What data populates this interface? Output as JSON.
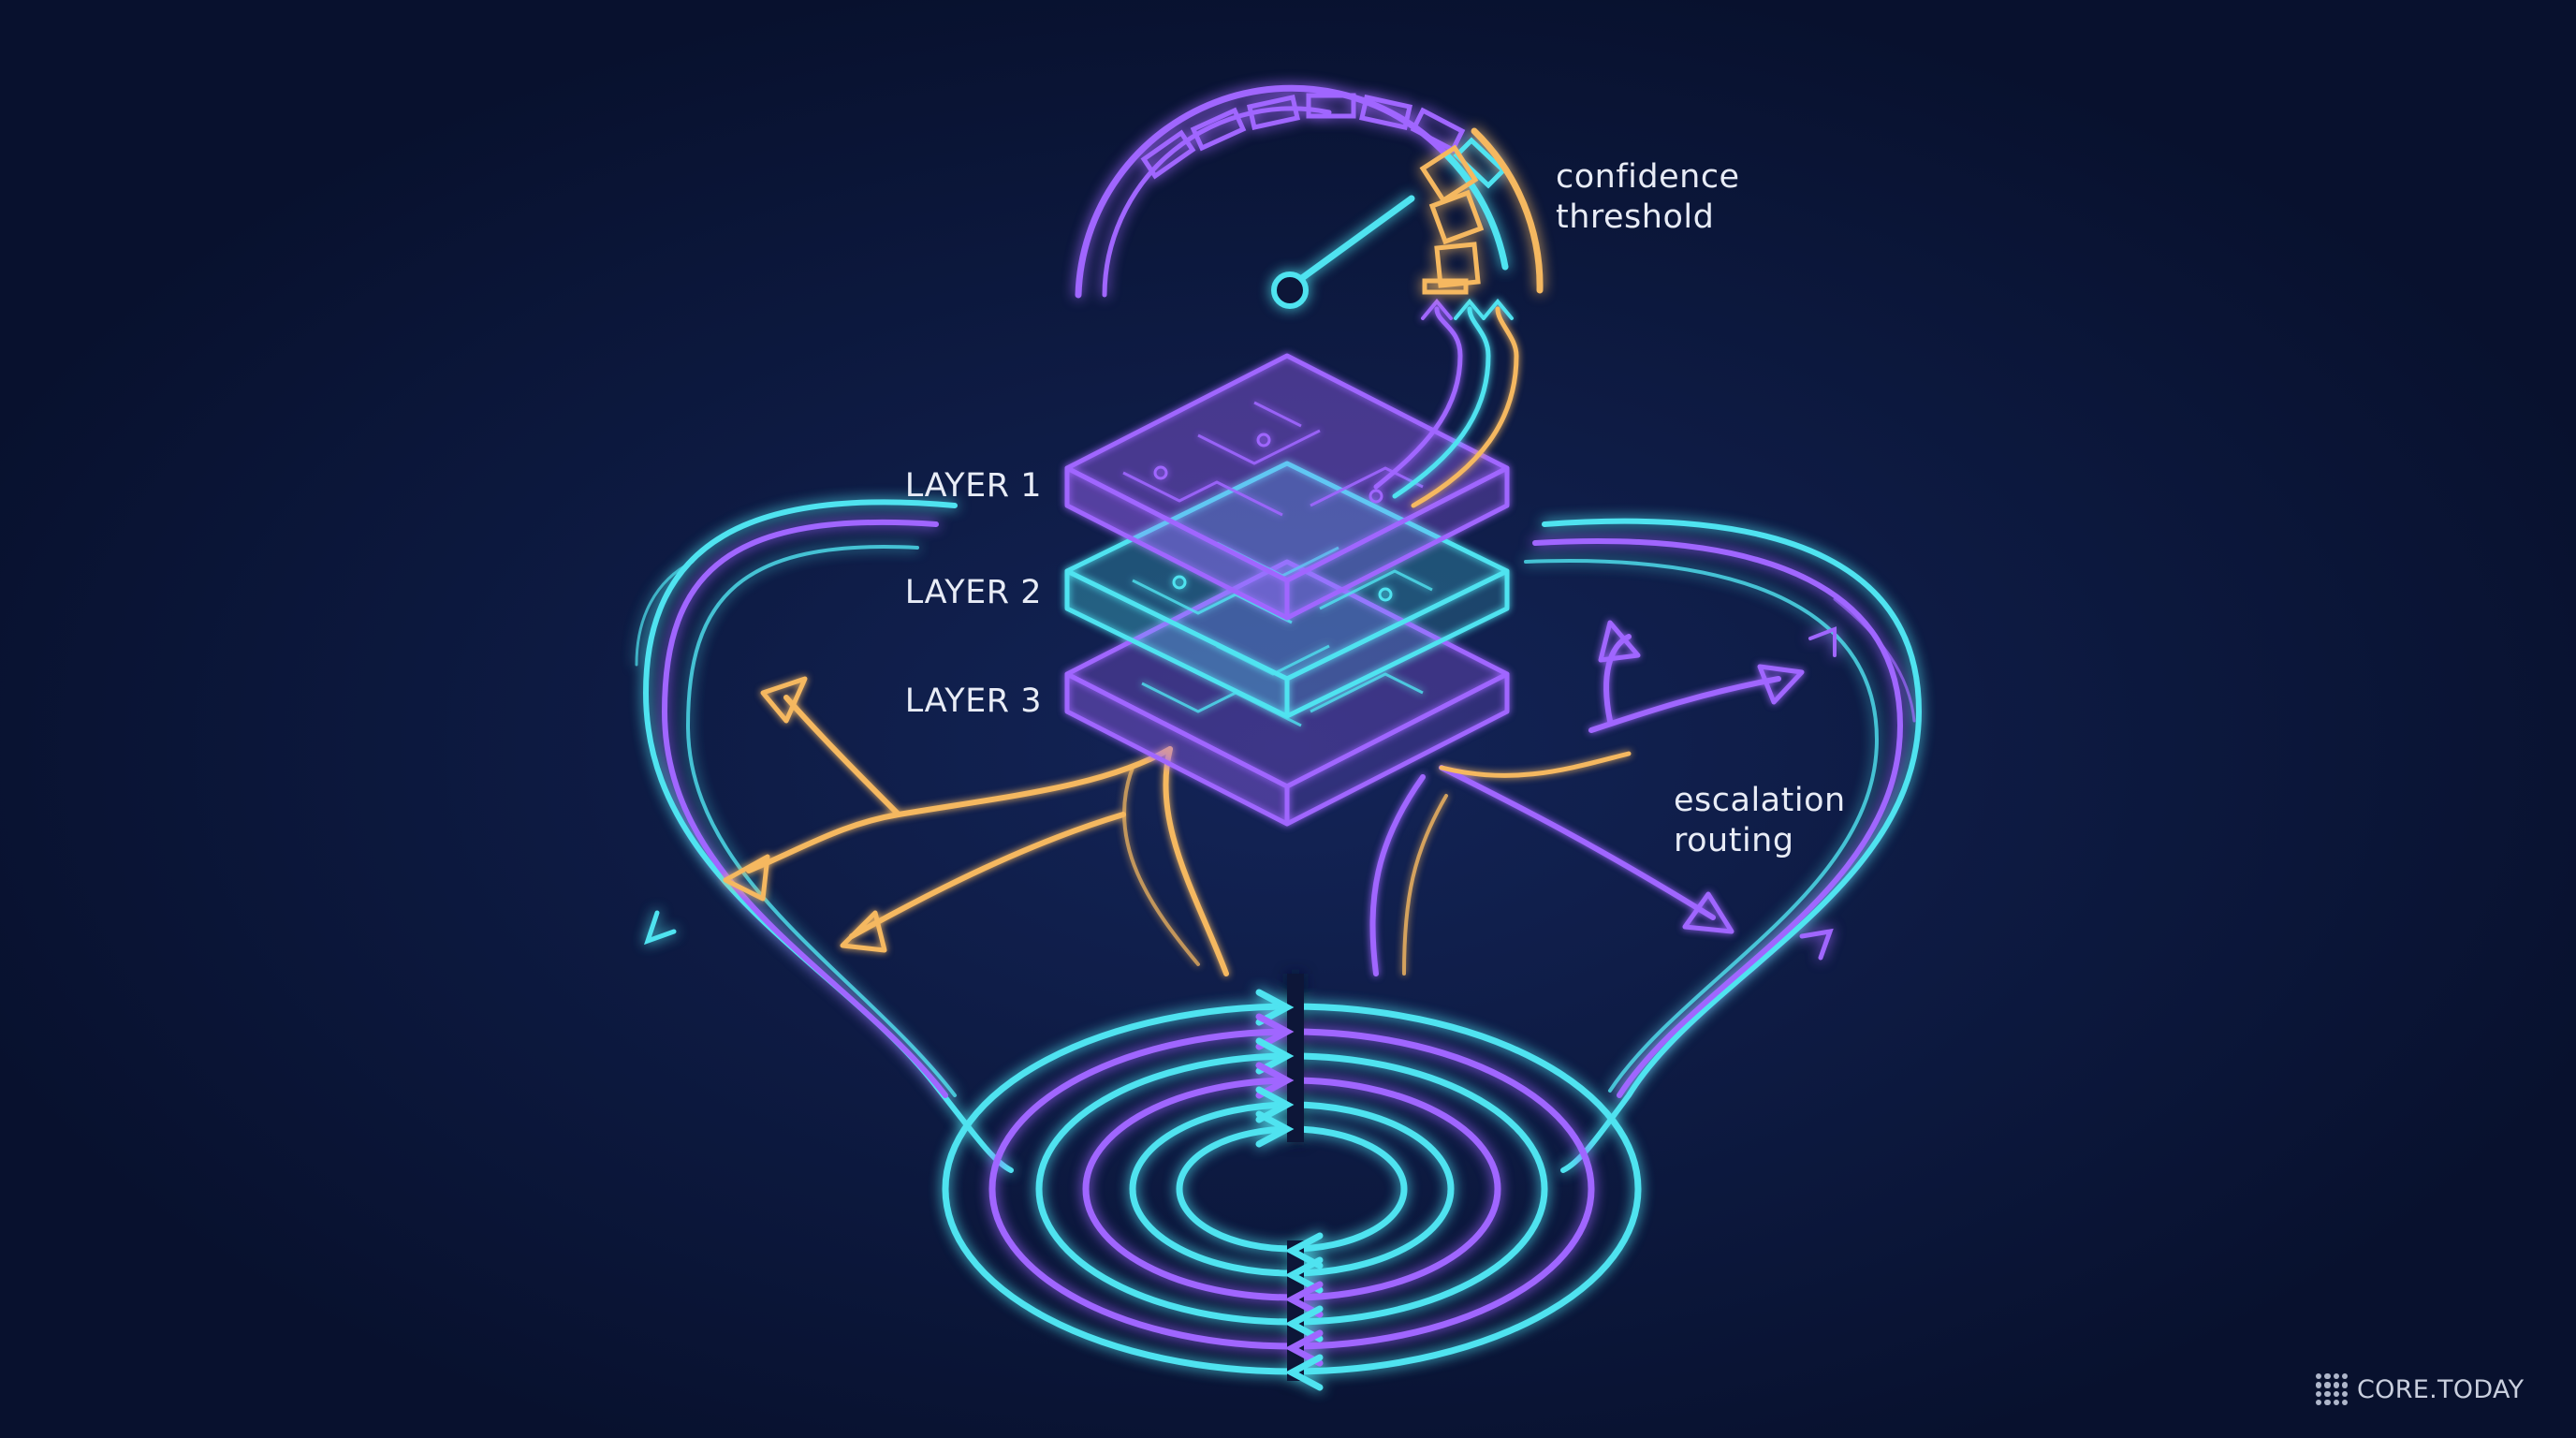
{
  "labels": {
    "layer_1": "LAYER 1",
    "layer_2": "LAYER 2",
    "layer_3": "LAYER 3",
    "confidence_line_1": "confidence",
    "confidence_line_2": "threshold",
    "escalation_line_1": "escalation",
    "escalation_line_2": "routing"
  },
  "brand": {
    "name": "CORE.TODAY"
  },
  "colors": {
    "background": "#08112e",
    "purple": "#a066ff",
    "cyan": "#4fe3f0",
    "orange": "#f5b860",
    "text": "#e8ecf6"
  },
  "icons": {
    "gauge": "confidence-gauge-icon",
    "layers": "stacked-circuit-layers",
    "loop": "circular-feedback-loop"
  }
}
